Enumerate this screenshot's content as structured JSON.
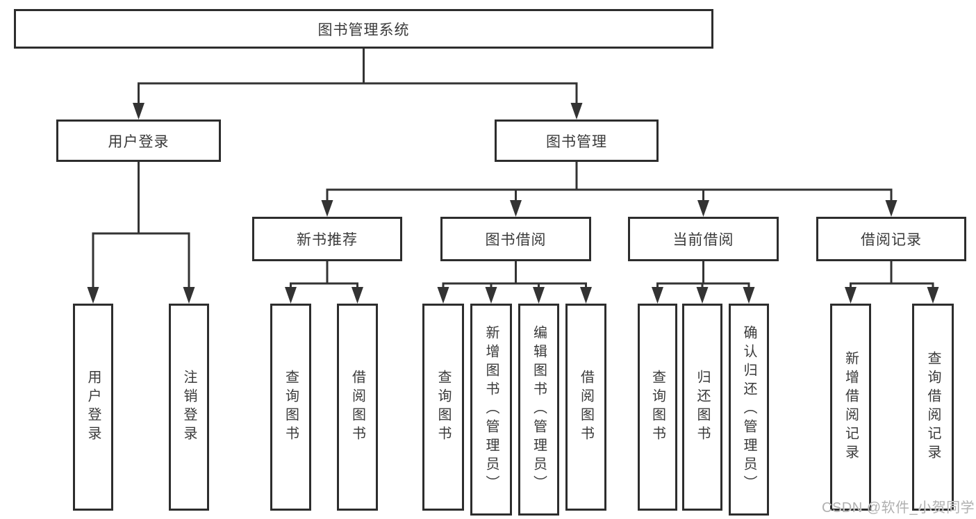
{
  "page": {
    "background": "#ffffff",
    "line_color": "#333333",
    "border_color": "#2d2d2d",
    "text_color": "#3a3a3a",
    "watermark_color": "#b0b0b0"
  },
  "diagram": {
    "root": {
      "label": "图书管理系统"
    },
    "level2": [
      {
        "id": "user-login",
        "label": "用户登录"
      },
      {
        "id": "book-management",
        "label": "图书管理"
      }
    ],
    "level3": [
      {
        "id": "new-book-recommend",
        "label": "新书推荐"
      },
      {
        "id": "book-borrow",
        "label": "图书借阅"
      },
      {
        "id": "current-borrow",
        "label": "当前借阅"
      },
      {
        "id": "borrow-records",
        "label": "借阅记录"
      }
    ],
    "leaves": {
      "user_login": [
        "用户登录",
        "注销登录"
      ],
      "new_book_recommend": [
        "查询图书",
        "借阅图书"
      ],
      "book_borrow": [
        "查询图书",
        "新增图书（管理员）",
        "编辑图书（管理员）",
        "借阅图书"
      ],
      "current_borrow": [
        "查询图书",
        "归还图书",
        "确认归还（管理员）"
      ],
      "borrow_records": [
        "新增借阅记录",
        "查询借阅记录"
      ]
    }
  },
  "watermark": {
    "text": "CSDN @软件_小贺同学"
  }
}
